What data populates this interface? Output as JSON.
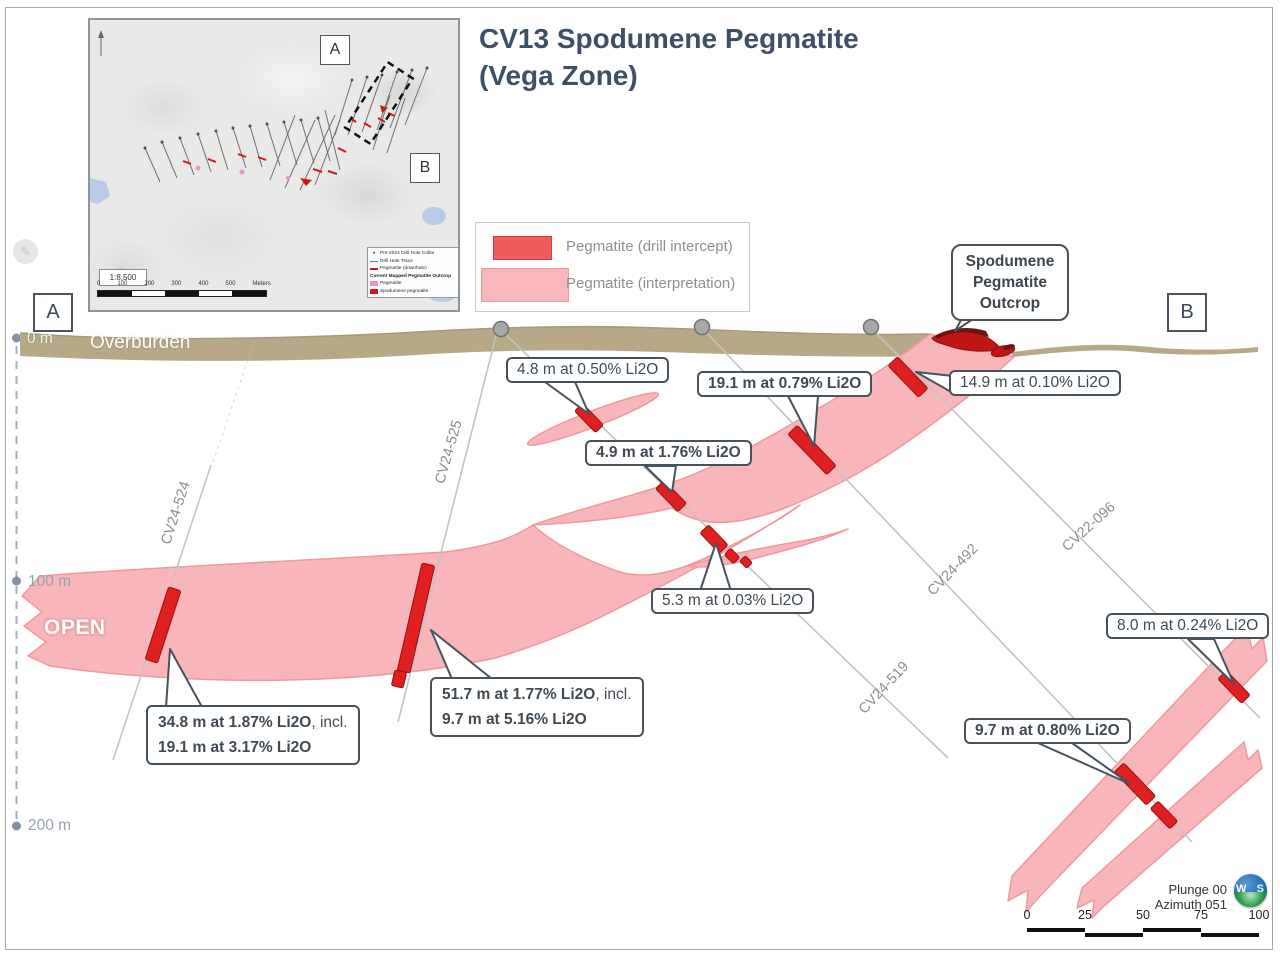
{
  "title": {
    "line1": "CV13 Spodumene Pegmatite",
    "line2": "(Vega Zone)"
  },
  "legend": {
    "drill_intercept": "Pegmatite (drill intercept)",
    "interpretation": "Pegmatite (interpretation)"
  },
  "markers": {
    "a": "A",
    "b": "B"
  },
  "inset": {
    "label_a": "A",
    "label_b": "B",
    "scale_ratio": "1:8,500",
    "scale_ticks": [
      "0",
      "100",
      "200",
      "300",
      "400",
      "500"
    ],
    "scale_unit": "Meters",
    "legend": [
      {
        "label": "Pre-2024 Drill Hole Collar"
      },
      {
        "label": "Drill Hole Trace"
      },
      {
        "label": "Pegmatite (downhole)"
      },
      {
        "label": "Current Mapped Pegmatite Outcrop"
      },
      {
        "label": "Pegmatite"
      },
      {
        "label": "Spodumene pegmatite"
      }
    ]
  },
  "surface": {
    "overburden_label": "Overburden"
  },
  "depth_axis": {
    "d0": "0 m",
    "d100": "100 m",
    "d200": "200 m"
  },
  "open_label": "OPEN",
  "outcrop_label": {
    "line1": "Spodumene",
    "line2": "Pegmatite",
    "line3": "Outcrop"
  },
  "drill_holes": [
    "CV24-524",
    "CV24-525",
    "CV24-519",
    "CV24-492",
    "CV22-096"
  ],
  "callouts": [
    {
      "text": "4.8 m at 0.50% Li2O",
      "bold": false
    },
    {
      "text": "19.1 m at 0.79% Li2O",
      "bold": true
    },
    {
      "text": "14.9 m at 0.10% Li2O",
      "bold": false
    },
    {
      "text": "4.9 m at 1.76% Li2O",
      "bold": true
    },
    {
      "text": "5.3 m at 0.03% Li2O",
      "bold": false
    },
    {
      "text": "8.0 m at 0.24% Li2O",
      "bold": false
    },
    {
      "line1_bold": "34.8 m at 1.87% Li2O",
      "line1_rest": ", incl.",
      "line2_bold": "19.1 m at 3.17% Li2O"
    },
    {
      "line1_bold": "51.7 m at 1.77% Li2O",
      "line1_rest": ", incl.",
      "line2_bold": "9.7 m at 5.16% Li2O"
    },
    {
      "text": "9.7 m at 0.80% Li2O",
      "bold": true
    }
  ],
  "scalebar": {
    "ticks": [
      "0",
      "25",
      "50",
      "75",
      "100"
    ]
  },
  "orientation": {
    "plunge": "Plunge 00",
    "azimuth": "Azimuth 051",
    "globe_w": "W",
    "globe_s": "S"
  },
  "colors": {
    "pegmatite_interpretation": "#f9b6ba",
    "pegmatite_intercept": "#e02020",
    "outcrop_red": "#c11414",
    "overburden_tan": "#b7a988",
    "callout_border": "#46525c",
    "title_text": "#3d5066"
  }
}
